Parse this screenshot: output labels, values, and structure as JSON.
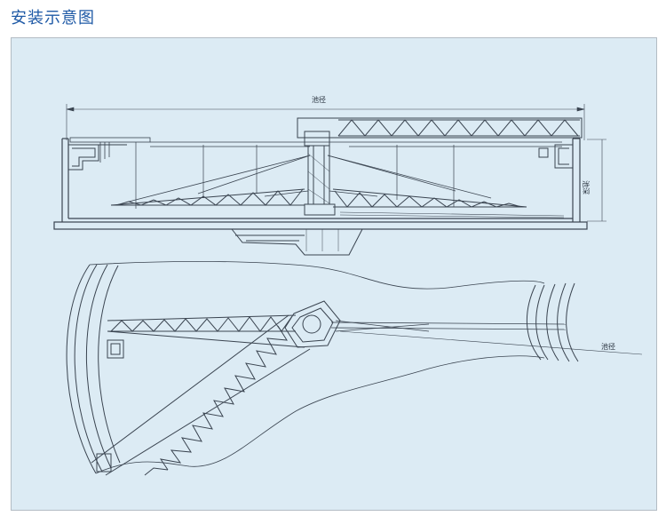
{
  "page": {
    "title": "安装示意图"
  },
  "diagram": {
    "elevation": {
      "diameter_label": "池径",
      "depth_label": "池深"
    },
    "plan": {
      "diameter_label": "池径"
    },
    "colors": {
      "background": "#dcebf4",
      "line": "#3a4450",
      "heading": "#1f5aa6"
    }
  }
}
